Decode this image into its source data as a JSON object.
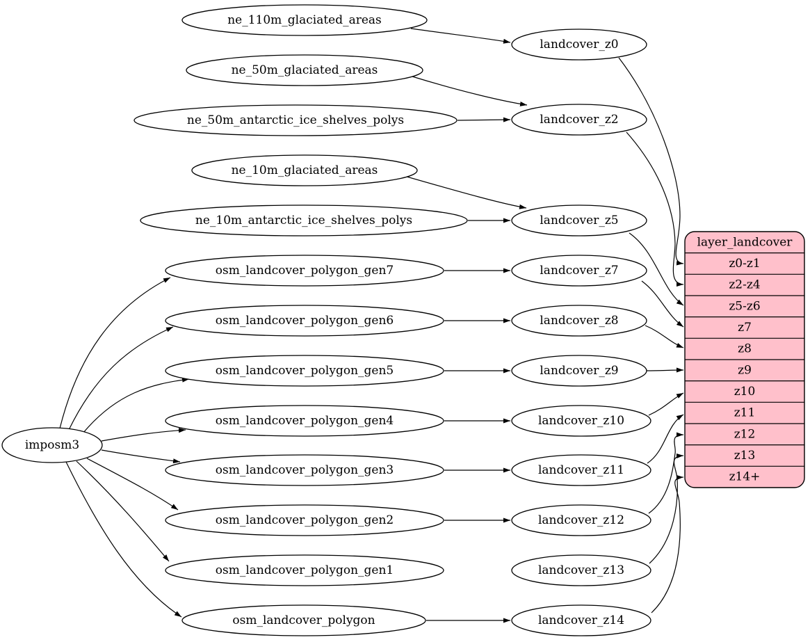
{
  "diagram": {
    "type": "graphviz-digraph",
    "background": "#ffffff",
    "node_fill": "#ffffff",
    "node_stroke": "#000000",
    "record_fill": "#ffc0cb",
    "nodes": {
      "imposm3": "imposm3",
      "ne_110m_glaciated_areas": "ne_110m_glaciated_areas",
      "ne_50m_glaciated_areas": "ne_50m_glaciated_areas",
      "ne_50m_antarctic_ice_shelves_polys": "ne_50m_antarctic_ice_shelves_polys",
      "ne_10m_glaciated_areas": "ne_10m_glaciated_areas",
      "ne_10m_antarctic_ice_shelves_polys": "ne_10m_antarctic_ice_shelves_polys",
      "osm_landcover_polygon_gen7": "osm_landcover_polygon_gen7",
      "osm_landcover_polygon_gen6": "osm_landcover_polygon_gen6",
      "osm_landcover_polygon_gen5": "osm_landcover_polygon_gen5",
      "osm_landcover_polygon_gen4": "osm_landcover_polygon_gen4",
      "osm_landcover_polygon_gen3": "osm_landcover_polygon_gen3",
      "osm_landcover_polygon_gen2": "osm_landcover_polygon_gen2",
      "osm_landcover_polygon_gen1": "osm_landcover_polygon_gen1",
      "osm_landcover_polygon": "osm_landcover_polygon",
      "landcover_z0": "landcover_z0",
      "landcover_z2": "landcover_z2",
      "landcover_z5": "landcover_z5",
      "landcover_z7": "landcover_z7",
      "landcover_z8": "landcover_z8",
      "landcover_z9": "landcover_z9",
      "landcover_z10": "landcover_z10",
      "landcover_z11": "landcover_z11",
      "landcover_z12": "landcover_z12",
      "landcover_z13": "landcover_z13",
      "landcover_z14": "landcover_z14"
    },
    "record": {
      "title": "layer_landcover",
      "rows": [
        "z0-z1",
        "z2-z4",
        "z5-z6",
        "z7",
        "z8",
        "z9",
        "z10",
        "z11",
        "z12",
        "z13",
        "z14+"
      ]
    },
    "edges": [
      {
        "from": "imposm3",
        "to": "osm_landcover_polygon_gen7"
      },
      {
        "from": "imposm3",
        "to": "osm_landcover_polygon_gen6"
      },
      {
        "from": "imposm3",
        "to": "osm_landcover_polygon_gen5"
      },
      {
        "from": "imposm3",
        "to": "osm_landcover_polygon_gen4"
      },
      {
        "from": "imposm3",
        "to": "osm_landcover_polygon_gen3"
      },
      {
        "from": "imposm3",
        "to": "osm_landcover_polygon_gen2"
      },
      {
        "from": "imposm3",
        "to": "osm_landcover_polygon_gen1"
      },
      {
        "from": "imposm3",
        "to": "osm_landcover_polygon"
      },
      {
        "from": "ne_110m_glaciated_areas",
        "to": "landcover_z0"
      },
      {
        "from": "ne_50m_glaciated_areas",
        "to": "landcover_z2"
      },
      {
        "from": "ne_50m_antarctic_ice_shelves_polys",
        "to": "landcover_z2"
      },
      {
        "from": "ne_10m_glaciated_areas",
        "to": "landcover_z5"
      },
      {
        "from": "ne_10m_antarctic_ice_shelves_polys",
        "to": "landcover_z5"
      },
      {
        "from": "osm_landcover_polygon_gen7",
        "to": "landcover_z7"
      },
      {
        "from": "osm_landcover_polygon_gen6",
        "to": "landcover_z8"
      },
      {
        "from": "osm_landcover_polygon_gen5",
        "to": "landcover_z9"
      },
      {
        "from": "osm_landcover_polygon_gen4",
        "to": "landcover_z10"
      },
      {
        "from": "osm_landcover_polygon_gen3",
        "to": "landcover_z11"
      },
      {
        "from": "osm_landcover_polygon_gen2",
        "to": "landcover_z12"
      },
      {
        "from": "osm_landcover_polygon_gen1",
        "to": "landcover_z13"
      },
      {
        "from": "osm_landcover_polygon",
        "to": "landcover_z14"
      },
      {
        "from": "landcover_z0",
        "to": "layer_landcover:z0-z1"
      },
      {
        "from": "landcover_z2",
        "to": "layer_landcover:z2-z4"
      },
      {
        "from": "landcover_z5",
        "to": "layer_landcover:z5-z6"
      },
      {
        "from": "landcover_z7",
        "to": "layer_landcover:z7"
      },
      {
        "from": "landcover_z8",
        "to": "layer_landcover:z8"
      },
      {
        "from": "landcover_z9",
        "to": "layer_landcover:z9"
      },
      {
        "from": "landcover_z10",
        "to": "layer_landcover:z10"
      },
      {
        "from": "landcover_z11",
        "to": "layer_landcover:z11"
      },
      {
        "from": "landcover_z12",
        "to": "layer_landcover:z12"
      },
      {
        "from": "landcover_z13",
        "to": "layer_landcover:z13"
      },
      {
        "from": "landcover_z14",
        "to": "layer_landcover:z14+"
      }
    ]
  }
}
